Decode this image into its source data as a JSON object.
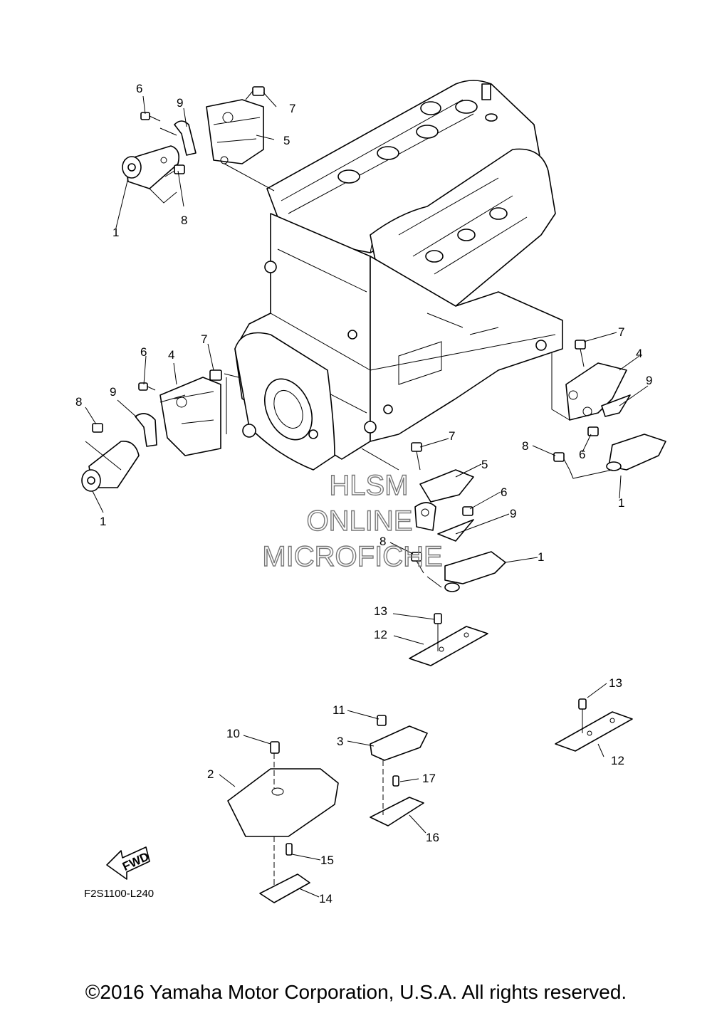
{
  "callouts": [
    "1",
    "2",
    "3",
    "4",
    "5",
    "6",
    "7",
    "8",
    "9",
    "10",
    "11",
    "12",
    "13",
    "14",
    "15",
    "16",
    "17"
  ],
  "fwd_label": "FWD",
  "figure_code": "F2S1100-L240",
  "watermark": {
    "line1": "HLSM",
    "line2": "ONLINE",
    "line3": "MICROFICHE"
  },
  "copyright": "©2016 Yamaha Motor Corporation, U.S.A. All rights reserved."
}
